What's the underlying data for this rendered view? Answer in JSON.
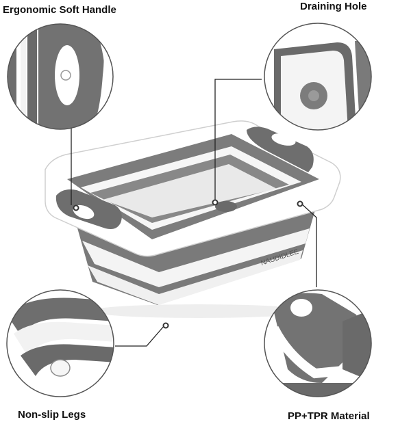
{
  "callouts": {
    "handle": {
      "label": "Ergonomic Soft Handle"
    },
    "drain": {
      "label": "Draining Hole"
    },
    "legs": {
      "label": "Non-slip Legs"
    },
    "material": {
      "label": "PP+TPR Material"
    }
  },
  "product": {
    "brand_mark": "NAUDIDLEE",
    "colors": {
      "body": "#6e6e6e",
      "rim": "#ffffff",
      "inner_floor": "#e9e9e9",
      "shadow": "#9a9a9a"
    }
  }
}
